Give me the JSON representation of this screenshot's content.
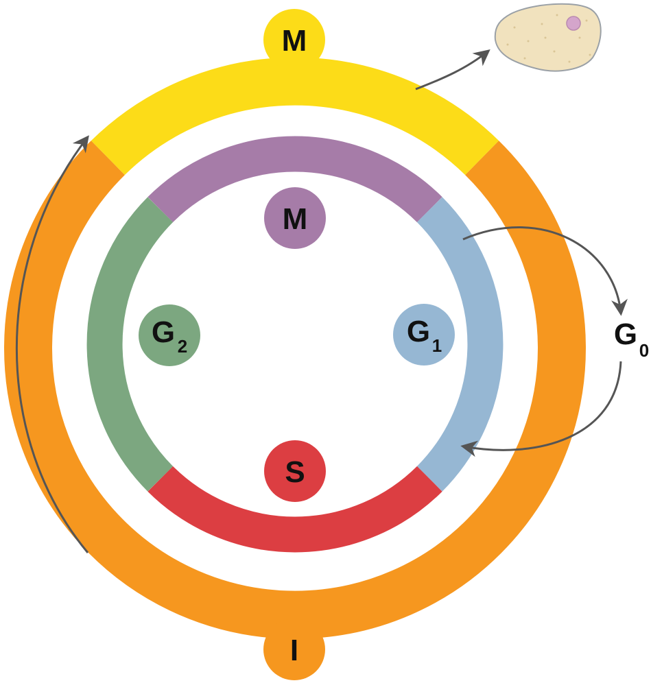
{
  "outer_ring": {
    "segments": [
      {
        "phase": "M",
        "color": "#FCDC18"
      },
      {
        "phase": "I",
        "color": "#F6971F"
      }
    ]
  },
  "inner_ring": {
    "segments": [
      {
        "phase": "M",
        "color": "#A67CA8"
      },
      {
        "phase": "G1",
        "color": "#96B7D3"
      },
      {
        "phase": "S",
        "color": "#DC3E42"
      },
      {
        "phase": "G2",
        "color": "#7CA780"
      }
    ]
  },
  "labels": {
    "outer_m": {
      "text": "M",
      "color": "#FCDC18"
    },
    "outer_i": {
      "text": "I",
      "color": "#F6971F"
    },
    "inner_m": {
      "text": "M",
      "color": "#A67CA8"
    },
    "g1": {
      "letter": "G",
      "sub": "1",
      "color": "#96B7D3"
    },
    "s": {
      "text": "S",
      "color": "#DC3E42"
    },
    "g2": {
      "letter": "G",
      "sub": "2",
      "color": "#7CA780"
    },
    "g0": {
      "letter": "G",
      "sub": "0"
    }
  },
  "arrow_color": "#555555",
  "cell": {
    "body_color": "#F1E2BE",
    "nucleus_color": "#D4A5CB"
  }
}
